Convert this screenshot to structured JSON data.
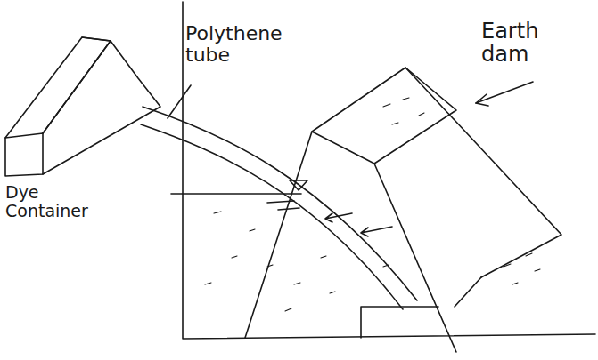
{
  "diagram": {
    "labels": [
      "Dye Container",
      "Polythene tube",
      "Earth dam"
    ]
  }
}
